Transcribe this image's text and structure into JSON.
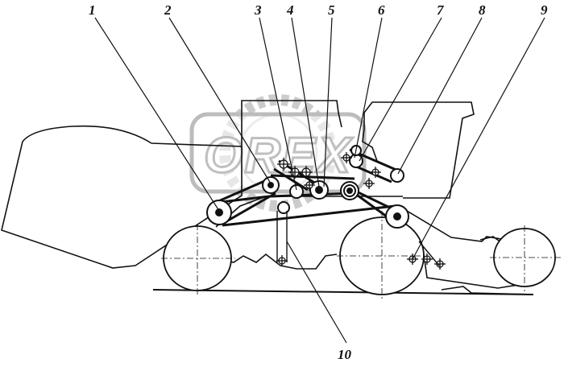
{
  "diagram": {
    "callouts": [
      {
        "id": "1",
        "label": "1"
      },
      {
        "id": "2",
        "label": "2"
      },
      {
        "id": "3",
        "label": "3"
      },
      {
        "id": "4",
        "label": "4"
      },
      {
        "id": "5",
        "label": "5"
      },
      {
        "id": "6",
        "label": "6"
      },
      {
        "id": "7",
        "label": "7"
      },
      {
        "id": "8",
        "label": "8"
      },
      {
        "id": "9",
        "label": "9"
      },
      {
        "id": "10",
        "label": "10"
      }
    ]
  },
  "watermark": {
    "text": "OREX"
  },
  "colors": {
    "ink": "#111111",
    "watermark": "#b9b9b9",
    "background": "#ffffff"
  }
}
